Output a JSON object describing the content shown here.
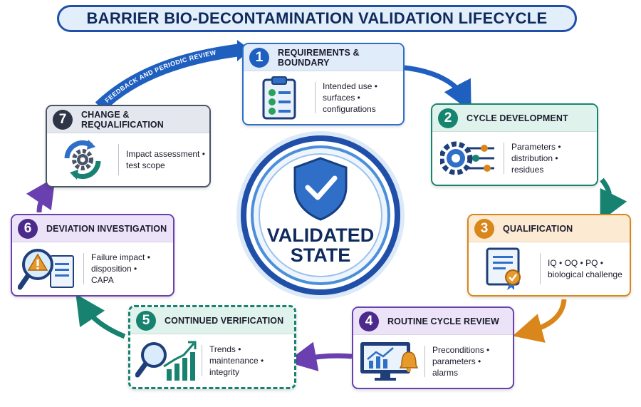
{
  "title": "BARRIER BIO-DECONTAMINATION VALIDATION LIFECYCLE",
  "center": {
    "label": "VALIDATED\nSTATE"
  },
  "feedback_label": "FEEDBACK AND PERIODIC REVIEW",
  "steps": [
    {
      "number": "1",
      "title": "REQUIREMENTS & BOUNDARY",
      "text": "Intended use •\nsurfaces •\nconfigurations",
      "icon": "clipboard-checklist-icon",
      "color": "#2f6fc7"
    },
    {
      "number": "2",
      "title": "CYCLE DEVELOPMENT",
      "text": "Parameters •\ndistribution •\nresidues",
      "icon": "gear-sliders-icon",
      "color": "#16856f"
    },
    {
      "number": "3",
      "title": "QUALIFICATION",
      "text": "IQ • OQ • PQ •\nbiological challenge",
      "icon": "certificate-icon",
      "color": "#d9861a"
    },
    {
      "number": "4",
      "title": "ROUTINE CYCLE REVIEW",
      "text": "Preconditions •\nparameters •\nalarms",
      "icon": "monitor-alarm-icon",
      "color": "#6a3fb0"
    },
    {
      "number": "5",
      "title": "CONTINUED VERIFICATION",
      "text": "Trends •\nmaintenance •\nintegrity",
      "icon": "magnifier-trend-icon",
      "color": "#17826f"
    },
    {
      "number": "6",
      "title": "DEVIATION INVESTIGATION",
      "text": "Failure impact •\ndisposition •\nCAPA",
      "icon": "warning-magnifier-icon",
      "color": "#6a3fb0"
    },
    {
      "number": "7",
      "title": "CHANGE & REQUALIFICATION",
      "text": "Impact assessment •\ntest scope",
      "icon": "cycle-gear-icon",
      "color": "#4a5468"
    }
  ]
}
